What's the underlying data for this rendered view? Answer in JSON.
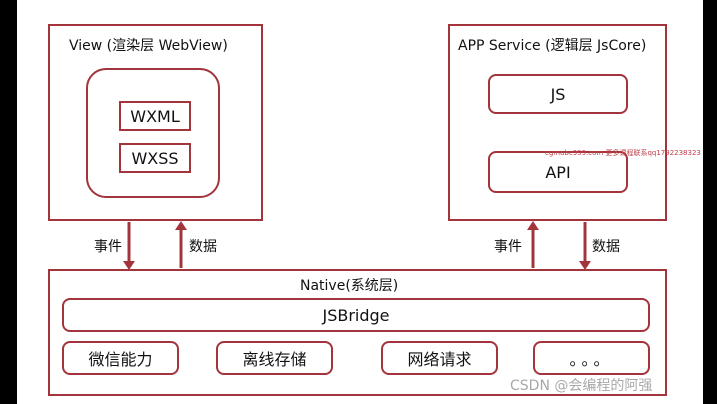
{
  "view": {
    "title": "View (渲染层 WebView)",
    "items": [
      "WXML",
      "WXSS"
    ]
  },
  "app_service": {
    "title": "APP Service (逻辑层 JsCore)",
    "items": [
      "JS",
      "API"
    ]
  },
  "arrows": {
    "left_event": "事件",
    "left_data": "数据",
    "right_event": "事件",
    "right_data": "数据"
  },
  "native": {
    "title": "Native(系统层)",
    "bridge": "JSBridge",
    "capabilities": [
      "微信能力",
      "离线存储",
      "网络请求",
      "。。。"
    ]
  },
  "watermark": {
    "small": "cgmabc999.com 更多课程联系qq1792238323",
    "csdn": "CSDN @会编程的阿强"
  },
  "colors": {
    "border": "#a3343c",
    "frame": "#000000"
  }
}
